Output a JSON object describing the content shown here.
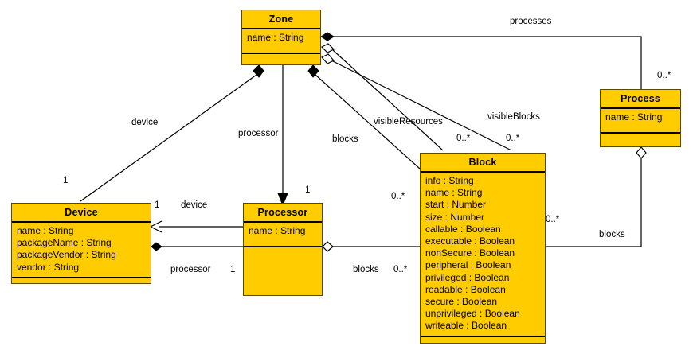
{
  "diagram": {
    "type": "uml-class-diagram",
    "fill_color": "#FFCC00",
    "line_color": "#000000",
    "background": "#FFFFFF"
  },
  "classes": [
    {
      "id": "zone",
      "name": "Zone",
      "attributes": [
        "name : String"
      ],
      "operations": []
    },
    {
      "id": "device",
      "name": "Device",
      "attributes": [
        "name : String",
        "packageName : String",
        "packageVendor : String",
        "vendor : String"
      ],
      "operations": []
    },
    {
      "id": "processor",
      "name": "Processor",
      "attributes": [
        "name : String"
      ],
      "operations": []
    },
    {
      "id": "block",
      "name": "Block",
      "attributes": [
        "info : String",
        "name : String",
        "start : Number",
        "size : Number",
        "callable : Boolean",
        "executable : Boolean",
        "nonSecure : Boolean",
        "peripheral : Boolean",
        "privileged : Boolean",
        "readable : Boolean",
        "secure : Boolean",
        "unprivileged : Boolean",
        "writeable : Boolean"
      ],
      "operations": []
    },
    {
      "id": "process",
      "name": "Process",
      "attributes": [
        "name : String"
      ],
      "operations": []
    }
  ],
  "edge_labels": {
    "processes": "processes",
    "device_from_zone": "device",
    "processor_from_zone": "processor",
    "blocks_from_zone": "blocks",
    "visible_resources": "visibleResources",
    "visible_blocks": "visibleBlocks",
    "device_assoc": "device",
    "processor_assoc": "processor",
    "blocks_proc": "blocks",
    "blocks_process": "blocks"
  },
  "multiplicities": {
    "process_top": "0..*",
    "visible_resources": "0..*",
    "visible_blocks": "0..*",
    "block_left": "0..*",
    "block_right": "0..*",
    "device_top": "1",
    "device_right": "1",
    "processor_top": "1",
    "processor_bottom": "1",
    "blocks_proc": "0..*"
  }
}
